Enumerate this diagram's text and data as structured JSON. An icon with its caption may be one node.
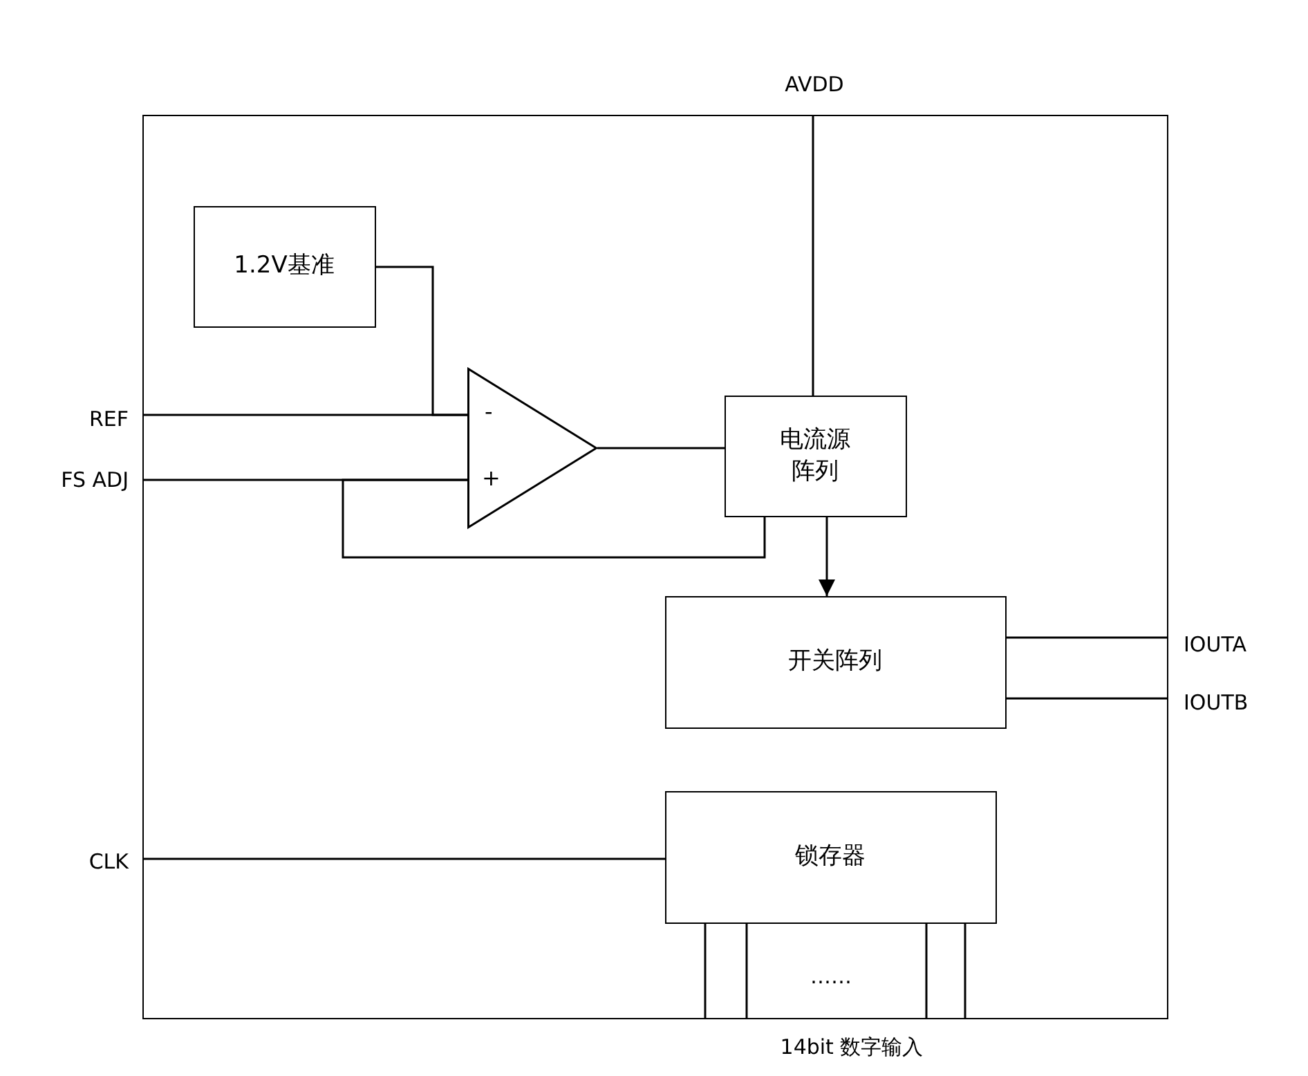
{
  "diagram": {
    "nodes": [
      {
        "text": [
          "AVDD"
        ]
      },
      {
        "text": [],
        "shape": "box"
      },
      {
        "text": [
          "1.2V基准"
        ],
        "in": 1
      },
      {
        "text": [
          "REF"
        ]
      },
      {
        "text": [
          "-",
          "+"
        ],
        "in": 1
      },
      {
        "text": [
          "电流源阵列"
        ],
        "in": 1
      },
      {
        "text": [
          "FS ADJ"
        ]
      },
      {
        "text": [
          "开关阵列"
        ],
        "in": 1
      },
      {
        "text": [
          "IOUTA"
        ]
      },
      {
        "text": [
          "IOUTB"
        ]
      },
      {
        "text": [
          "CLK"
        ]
      },
      {
        "text": [
          "锁存器"
        ],
        "in": 1
      },
      {
        "text": [
          "14bit 数字输入"
        ]
      }
    ],
    "edges": [
      {
        "from": 0,
        "to": 5,
        "arrow": "none"
      },
      {
        "from": 2,
        "to": 4,
        "arrow": "none"
      },
      {
        "from": 3,
        "to": 4,
        "arrow": "none"
      },
      {
        "from": 6,
        "to": 4,
        "arrow": "none"
      },
      {
        "from": 5,
        "to": 4,
        "arrow": "none"
      },
      {
        "from": 4,
        "to": 5,
        "arrow": "none"
      },
      {
        "from": 5,
        "to": 7,
        "arrow": "to"
      },
      {
        "from": 7,
        "to": 8,
        "arrow": "none"
      },
      {
        "from": 7,
        "to": 9,
        "arrow": "none"
      },
      {
        "from": 10,
        "to": 11,
        "arrow": "none"
      },
      {
        "from": 11,
        "to": 12,
        "arrow": "none"
      },
      {
        "from": 11,
        "to": 12,
        "arrow": "none"
      },
      {
        "from": 11,
        "to": 12,
        "arrow": "none"
      },
      {
        "from": 11,
        "to": 12,
        "arrow": "none"
      }
    ],
    "labels": [
      "……"
    ]
  }
}
